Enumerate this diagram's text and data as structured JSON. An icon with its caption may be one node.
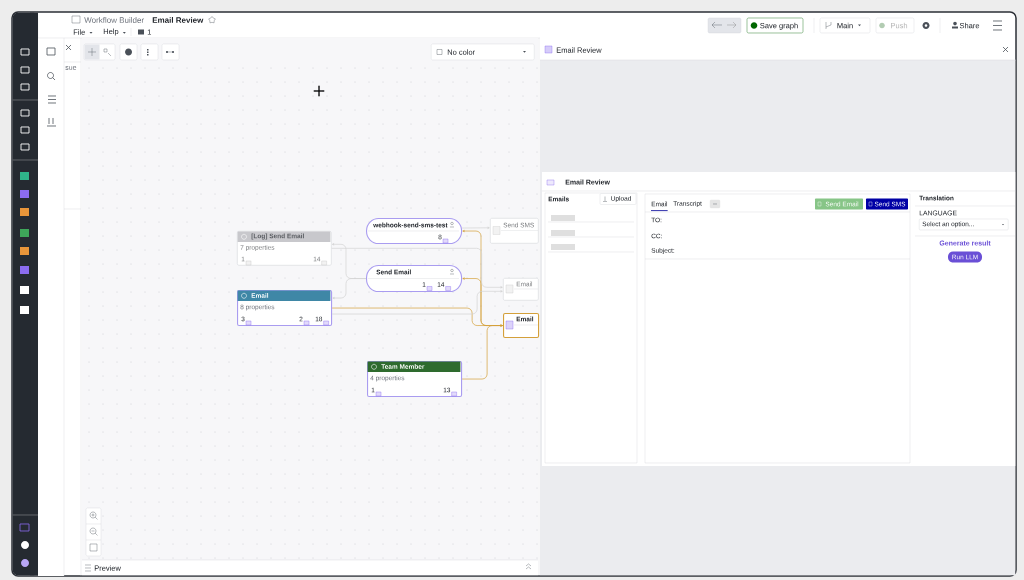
{
  "diagram": {
    "nodes": [
      {
        "text": [
          "[Log] Send Email",
          "7 properties",
          "1",
          "14"
        ]
      },
      {
        "text": [
          "webhook-send-sms-test",
          "8"
        ]
      },
      {
        "text": [
          "Send Email",
          "1",
          "14"
        ]
      },
      {
        "text": [
          "Email",
          "8 properties",
          "3",
          "2",
          "18"
        ]
      },
      {
        "text": [
          "Team Member",
          "4 properties",
          "1",
          "13"
        ]
      },
      {
        "text": [
          "Send SMS"
        ]
      },
      {
        "text": [
          "Email"
        ]
      },
      {
        "text": [
          "Email"
        ]
      }
    ],
    "edges": [
      {
        "from": 7,
        "to": 1,
        "arrow": "to",
        "color": "#d4a03a"
      },
      {
        "from": 7,
        "to": 2,
        "arrow": "to",
        "color": "#d4a03a"
      },
      {
        "from": 3,
        "to": 7,
        "arrow": "to",
        "color": "#d4a03a"
      },
      {
        "from": 4,
        "to": 7,
        "arrow": "to",
        "color": "#d4a03a"
      },
      {
        "from": 1,
        "to": 5,
        "arrow": "to"
      },
      {
        "from": 2,
        "to": 0,
        "arrow": "to"
      },
      {
        "from": 2,
        "to": 3,
        "arrow": "to"
      },
      {
        "from": 0,
        "to": 6,
        "arrow": "to"
      },
      {
        "from": 3,
        "to": 6,
        "arrow": "to"
      }
    ],
    "labels": [
      "Workflow Builder",
      "Email Review",
      "File",
      "Help",
      "1",
      "Save graph",
      "Main",
      "Push",
      "Share",
      "sue",
      "No color",
      "Email Review",
      "Email Review",
      "Emails",
      "Upload",
      "Email",
      "Transcript",
      "Send Email",
      "Send SMS",
      "Translation",
      "TO:",
      "CC:",
      "Subject:",
      "LANGUAGE",
      "Select an option...",
      "Generate result",
      "Run LLM",
      "Preview"
    ]
  }
}
